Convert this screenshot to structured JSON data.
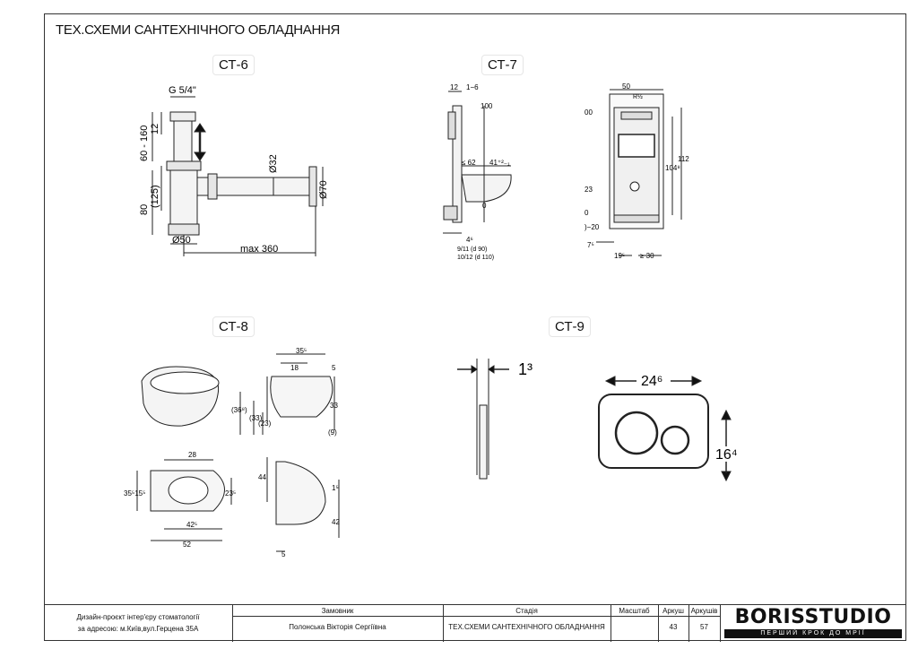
{
  "sheet_title": "ТЕХ.СХЕМИ САНТЕХНІЧНОГО ОБЛАДНАННЯ",
  "figures": {
    "ct6": {
      "label": "СТ-6",
      "dims": {
        "thread": "G 5/4\"",
        "h_range": "60 - 160",
        "h12": "12",
        "h125": "(125)",
        "h80": "80",
        "d32": "Ø32",
        "d70": "Ø70",
        "d50": "Ø50",
        "len": "max 360"
      }
    },
    "ct7": {
      "label": "СТ-7",
      "dims": {
        "a12": "12",
        "a16": "1−6",
        "a100": "100",
        "a62": "≤ 62",
        "a41": "41⁺²₋₁",
        "a0": "0",
        "a4": "4⁶",
        "a911": "9/11  (d 90)",
        "a1012": "10/12 (d 110)",
        "b50": "50",
        "b112": "112",
        "b104": "104⁸",
        "b23": "23",
        "b0": "0",
        "b00": "00",
        "b20": ")−20",
        "b7": "7⁵",
        "b19": "19⁵",
        "b30": "≥ 30",
        "b_r": "R½"
      }
    },
    "ct8": {
      "label": "СТ-8",
      "dims": {
        "d355": "35⁵",
        "d18": "18",
        "d5": "5",
        "d368": "(36⁸)",
        "d33a": "(33)",
        "d23": "(23)",
        "d33": "33",
        "d9": "(9)",
        "d28": "28",
        "d3515": "35⁵15⁵",
        "d235": "23⁵",
        "d425": "42⁵",
        "d52": "52",
        "d44": "44",
        "d15": "1⁵",
        "d42": "42",
        "d5b": "5"
      }
    },
    "ct9": {
      "label": "СТ-9",
      "dims": {
        "thick": "1³",
        "width": "24⁶",
        "height": "16⁴"
      }
    }
  },
  "title_block": {
    "project_line1": "Дизайн-проєкт інтер'єру стоматології",
    "project_line2": "за адресою: м.Київ,вул.Герцена 35А",
    "customer_header": "Замовник",
    "customer_value": "Полонська Вікторія Сергіївна",
    "stage_header": "Стадія",
    "stage_value": "ТЕХ.СХЕМИ САНТЕХНІЧНОГО ОБЛАДНАННЯ",
    "scale_header": "Масштаб",
    "sheet_header": "Аркуш",
    "sheets_header": "Аркушів",
    "sheet_value": "43",
    "sheets_value": "57"
  },
  "brand": {
    "name": "BORISSTUDIO",
    "tagline": "ПЕРШИЙ КРОК ДО МРІЇ"
  }
}
